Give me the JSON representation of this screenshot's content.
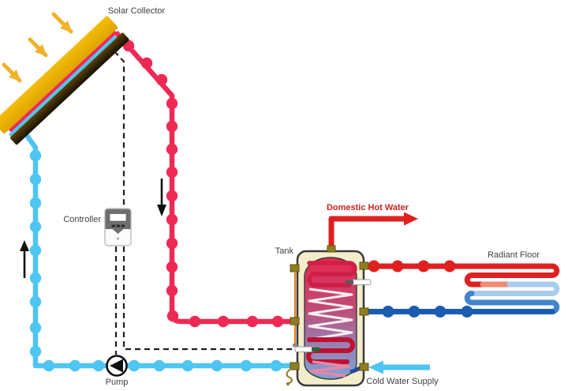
{
  "diagram": {
    "type": "solar-water-heating-system",
    "labels": {
      "solar_collector": "Solar Collector",
      "controller": "Controller",
      "pump": "Pump",
      "tank": "Tank",
      "domestic_hot_water": "Domestic Hot Water",
      "radiant_floor": "Radiant Floor",
      "cold_water_supply": "Cold Water Supply"
    },
    "colors": {
      "solar_hot_pipe": "#ee2a54",
      "solar_cold_pipe": "#4ec5f2",
      "hot_water_pipe": "#e02020",
      "radiant_fade_salmon": "#ef8a70",
      "radiant_fade_lightblue": "#a9cbec",
      "radiant_fade_medblue": "#4285cc",
      "radiant_return_pipe": "#1a5cb0",
      "collector_gold": "#edb005",
      "sun_arrow": "#efb32a",
      "tank_shell": "#f3edcb",
      "connector_olive": "#8f7d22",
      "wire": "#1f1f1f",
      "flow_arrow": "#111111"
    }
  }
}
